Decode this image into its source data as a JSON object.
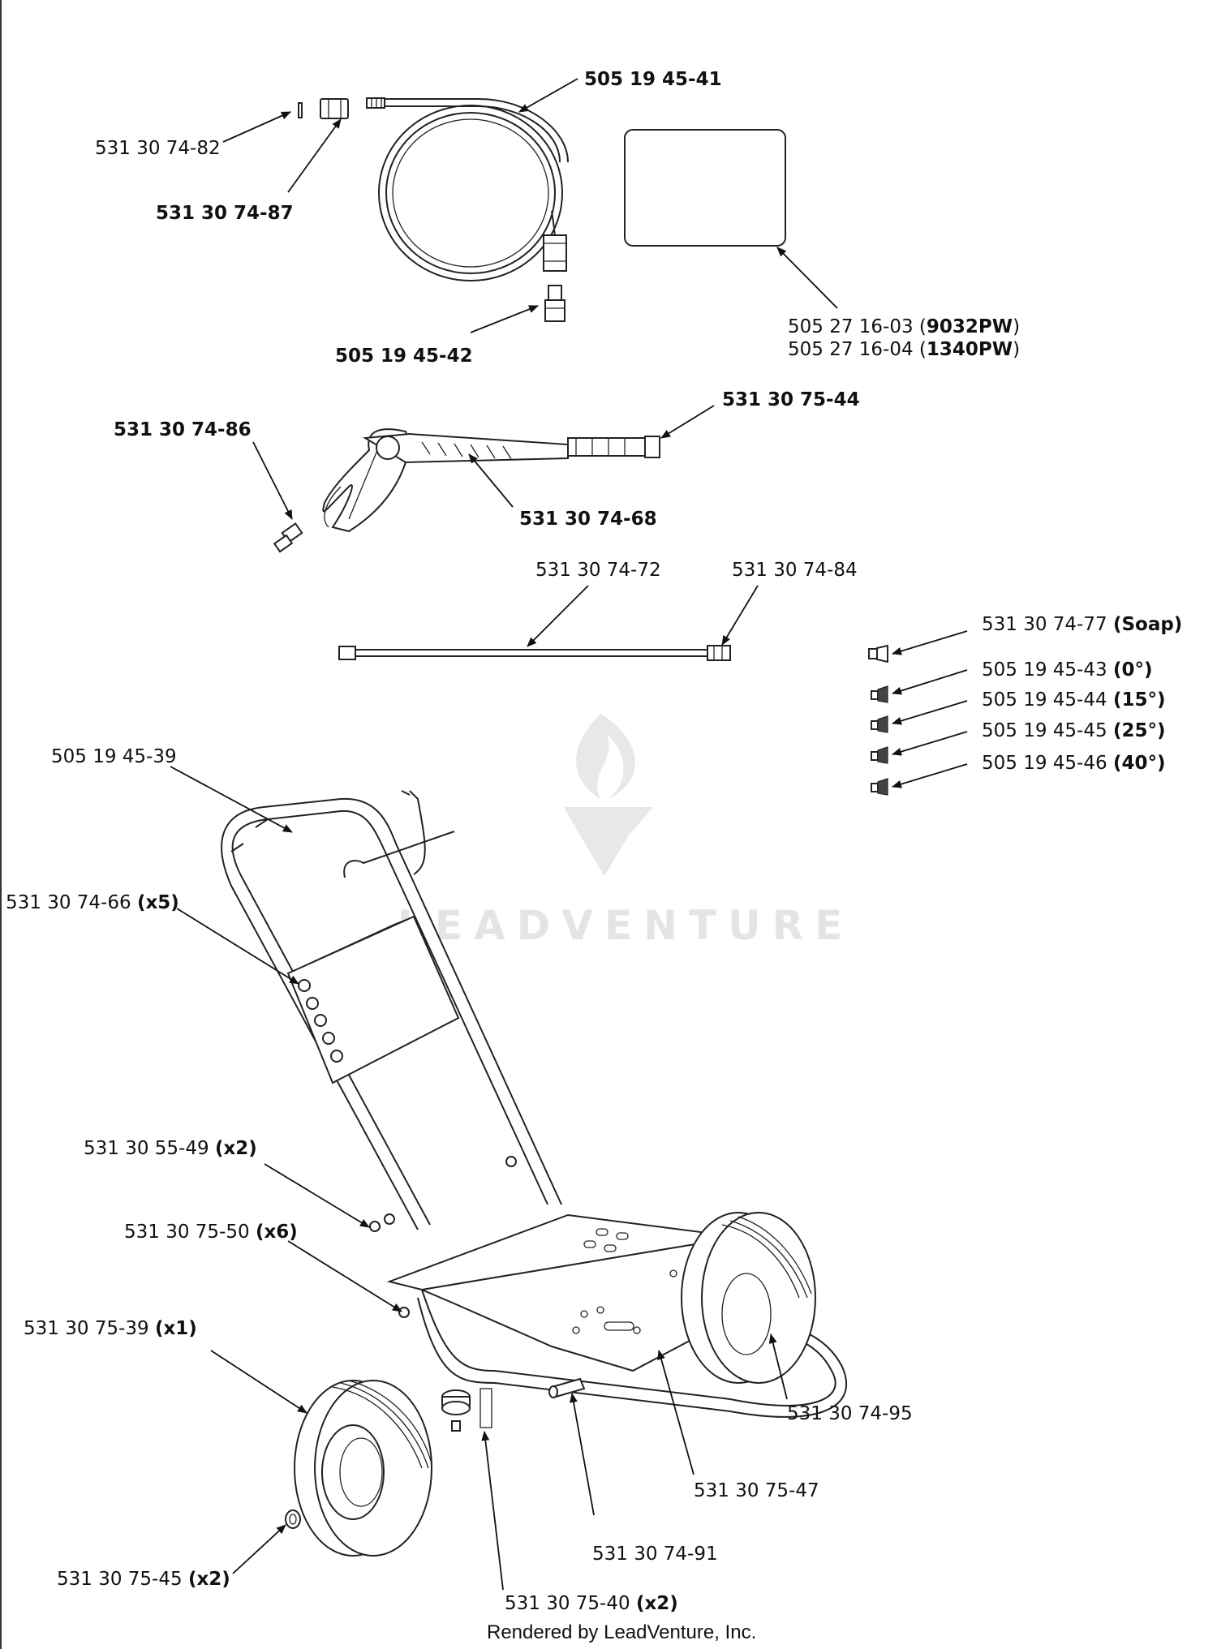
{
  "footer": "Rendered by LeadVenture, Inc.",
  "watermark": "LEADVENTURE",
  "labels": {
    "hose": "505 19 45-41",
    "oring": "531 30 74-82",
    "coupler": "531 30 74-87",
    "hose_fitting": "505 19 45-42",
    "manual_a_num": "505 27 16-03 (",
    "manual_a_bold": "9032PW",
    "manual_a_close": ")",
    "manual_b_num": "505 27 16-04 (",
    "manual_b_bold": "1340PW",
    "manual_b_close": ")",
    "gun_plug": "531 30 74-86",
    "gun_nut": "531 30 75-44",
    "gun": "531 30 74-68",
    "wand": "531 30 74-72",
    "wand_coupler": "531 30 74-84",
    "nozzle_soap_num": "531 30 74-77 ",
    "nozzle_soap_bold": "(Soap)",
    "nozzle_0_num": "505 19 45-43 ",
    "nozzle_0_bold": "(0°)",
    "nozzle_15_num": "505 19 45-44 ",
    "nozzle_15_bold": "(15°)",
    "nozzle_25_num": "505 19 45-45 ",
    "nozzle_25_bold": "(25°)",
    "nozzle_40_num": "505 19 45-46 ",
    "nozzle_40_bold": "(40°)",
    "handle": "505 19 45-39",
    "grommet_num": "531 30 74-66 ",
    "grommet_bold": "(x5)",
    "bolt_num": "531 30 55-49 ",
    "bolt_bold": "(x2)",
    "screw_num": "531 30 75-50 ",
    "screw_bold": "(x6)",
    "wheel_num": "531 30 75-39 ",
    "wheel_bold": "(x1)",
    "axle": "531 30 74-95",
    "base": "531 30 75-47",
    "pin": "531 30 74-91",
    "foot_num": "531 30 75-40 ",
    "foot_bold": "(x2)",
    "cap_num": "531 30 75-45 ",
    "cap_bold": "(x2)"
  }
}
